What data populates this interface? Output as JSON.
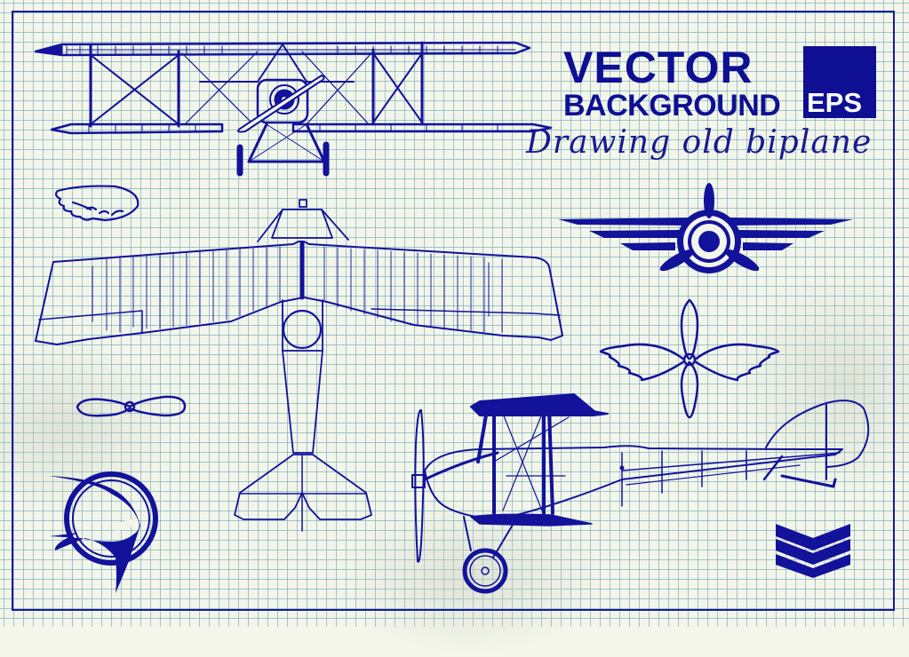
{
  "title": {
    "line1": "VECTOR",
    "line2": "BACKGROUND",
    "badge": "EPS",
    "subtitle": "Drawing old biplane"
  },
  "colors": {
    "ink": "#0f0f94",
    "paper": "#f3f5ea",
    "grid": "#5aa0aa"
  },
  "elements": [
    {
      "name": "biplane-front-view",
      "label": "Biplane front view"
    },
    {
      "name": "aviation-emblem-propeller-wings",
      "label": "Winged propeller emblem"
    },
    {
      "name": "wing-icon",
      "label": "Wing"
    },
    {
      "name": "monoplane-top-view",
      "label": "Aircraft top view"
    },
    {
      "name": "winged-propeller-badge",
      "label": "Propeller with wings badge"
    },
    {
      "name": "propeller-icon",
      "label": "Two-blade propeller"
    },
    {
      "name": "swallow-emblem",
      "label": "Swallow in circle emblem"
    },
    {
      "name": "biplane-side-view",
      "label": "Biplane side view"
    },
    {
      "name": "chevron-rank-icon",
      "label": "Triple chevron"
    }
  ]
}
